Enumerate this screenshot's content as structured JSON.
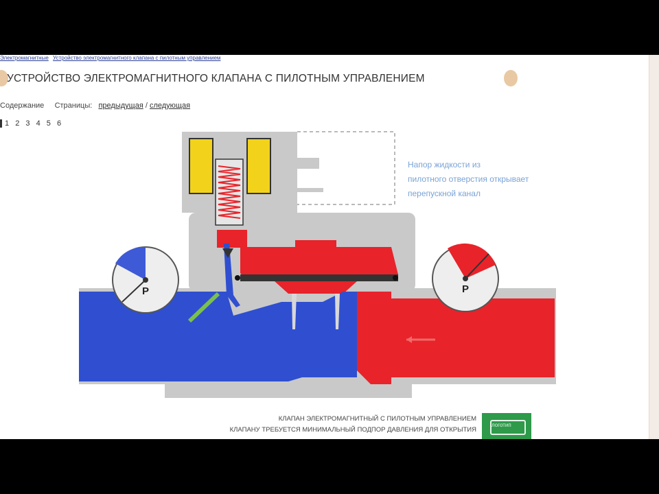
{
  "breadcrumb": [
    "Электромагнитные",
    "Устройство электромагнитного клапана с пилотным управлением"
  ],
  "title": "УСТРОЙСТВО ЭЛЕКТРОМАГНИТНОГО КЛАПАНА С ПИЛОТНЫМ УПРАВЛЕНИЕМ",
  "nav": {
    "contents": "Содержание",
    "pages_label": "Страницы:",
    "prev": "предыдущая",
    "sep": "/",
    "next": "следующая"
  },
  "pages": [
    "1",
    "2",
    "3",
    "4",
    "5",
    "6"
  ],
  "note": [
    "Напор жидкости из",
    "пилотного отверстия открывает",
    "перепускной канал"
  ],
  "gauges": {
    "left_symbol": "P",
    "right_symbol": "P"
  },
  "colors": {
    "low_pressure": "#2f4fd0",
    "high_pressure": "#e8232a",
    "coil": "#f2d21b",
    "body": "#c9c9c9",
    "accent": "#2e9a4a"
  },
  "banner": {
    "line1": "КЛАПАН ЭЛЕКТРОМАГНИТНЫЙ С ПИЛОТНЫМ УПРАВЛЕНИЕМ",
    "line2": "КЛАПАНУ ТРЕБУЕТСЯ МИНИМАЛЬНЫЙ ПОДПОР ДАВЛЕНИЯ ДЛЯ ОТКРЫТИЯ",
    "logo": "логотип"
  }
}
